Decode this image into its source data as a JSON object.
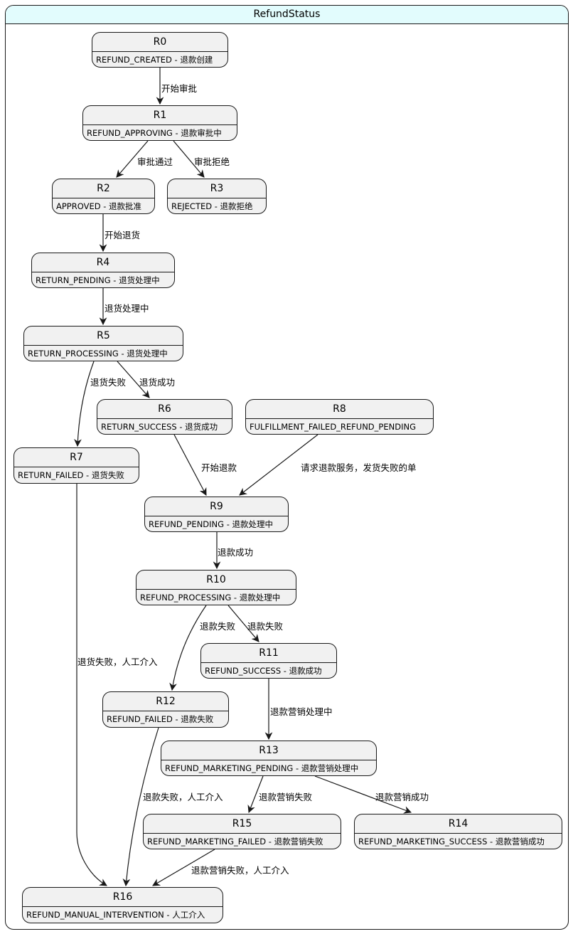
{
  "title": "RefundStatus",
  "states": [
    {
      "id": "R0",
      "name": "R0",
      "desc": "REFUND_CREATED - 退款创建"
    },
    {
      "id": "R1",
      "name": "R1",
      "desc": "REFUND_APPROVING - 退款审批中"
    },
    {
      "id": "R2",
      "name": "R2",
      "desc": "APPROVED - 退款批准"
    },
    {
      "id": "R3",
      "name": "R3",
      "desc": "REJECTED - 退款拒绝"
    },
    {
      "id": "R4",
      "name": "R4",
      "desc": "RETURN_PENDING - 退货处理中"
    },
    {
      "id": "R5",
      "name": "R5",
      "desc": "RETURN_PROCESSING - 退货处理中"
    },
    {
      "id": "R6",
      "name": "R6",
      "desc": "RETURN_SUCCESS - 退货成功"
    },
    {
      "id": "R7",
      "name": "R7",
      "desc": "RETURN_FAILED - 退货失败"
    },
    {
      "id": "R8",
      "name": "R8",
      "desc": "FULFILLMENT_FAILED_REFUND_PENDING"
    },
    {
      "id": "R9",
      "name": "R9",
      "desc": "REFUND_PENDING - 退款处理中"
    },
    {
      "id": "R10",
      "name": "R10",
      "desc": "REFUND_PROCESSING - 退款处理中"
    },
    {
      "id": "R11",
      "name": "R11",
      "desc": "REFUND_SUCCESS - 退款成功"
    },
    {
      "id": "R12",
      "name": "R12",
      "desc": "REFUND_FAILED - 退款失败"
    },
    {
      "id": "R13",
      "name": "R13",
      "desc": "REFUND_MARKETING_PENDING - 退款营销处理中"
    },
    {
      "id": "R14",
      "name": "R14",
      "desc": "REFUND_MARKETING_SUCCESS - 退款营销成功"
    },
    {
      "id": "R15",
      "name": "R15",
      "desc": "REFUND_MARKETING_FAILED - 退款营销失败"
    },
    {
      "id": "R16",
      "name": "R16",
      "desc": "REFUND_MANUAL_INTERVENTION - 人工介入"
    }
  ],
  "transitions": [
    {
      "from": "R0",
      "to": "R1",
      "label": "开始审批"
    },
    {
      "from": "R1",
      "to": "R2",
      "label": "审批通过"
    },
    {
      "from": "R1",
      "to": "R3",
      "label": "审批拒绝"
    },
    {
      "from": "R2",
      "to": "R4",
      "label": "开始退货"
    },
    {
      "from": "R4",
      "to": "R5",
      "label": "退货处理中"
    },
    {
      "from": "R5",
      "to": "R7",
      "label": "退货失败"
    },
    {
      "from": "R5",
      "to": "R6",
      "label": "退货成功"
    },
    {
      "from": "R6",
      "to": "R9",
      "label": "开始退款"
    },
    {
      "from": "R8",
      "to": "R9",
      "label": "请求退款服务，发货失败的单"
    },
    {
      "from": "R9",
      "to": "R10",
      "label": "退款成功"
    },
    {
      "from": "R10",
      "to": "R12",
      "label": "退款失败"
    },
    {
      "from": "R10",
      "to": "R11",
      "label": "退款失败"
    },
    {
      "from": "R7",
      "to": "R16",
      "label": "退货失败，人工介入"
    },
    {
      "from": "R11",
      "to": "R13",
      "label": "退款营销处理中"
    },
    {
      "from": "R12",
      "to": "R16",
      "label": "退款失败，人工介入"
    },
    {
      "from": "R13",
      "to": "R15",
      "label": "退款营销失败"
    },
    {
      "from": "R13",
      "to": "R14",
      "label": "退款营销成功"
    },
    {
      "from": "R15",
      "to": "R16",
      "label": "退款营销失败，人工介入"
    }
  ]
}
